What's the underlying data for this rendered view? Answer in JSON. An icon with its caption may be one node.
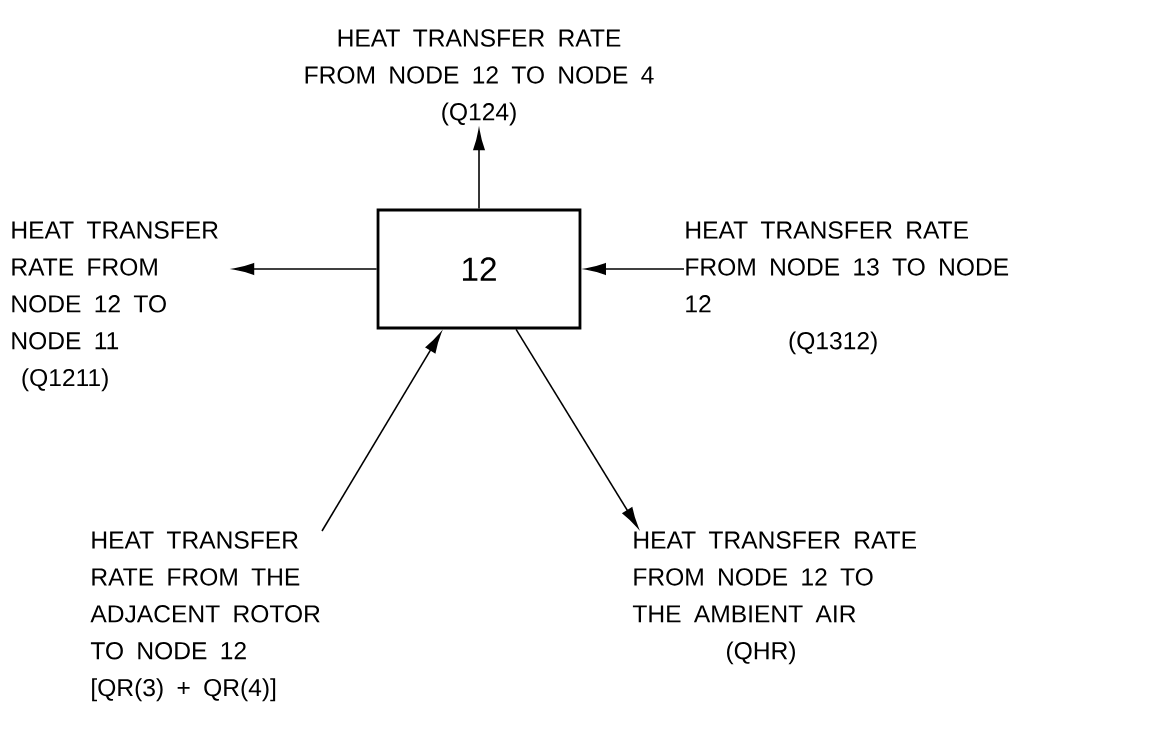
{
  "diagram": {
    "nodes": [
      {
        "text": [
          "12"
        ]
      },
      {
        "text": [
          "HEAT TRANSFER RATE FROM NODE 12 TO NODE 4",
          "(Q124)"
        ]
      },
      {
        "text": [
          "HEAT TRANSFER RATE FROM NODE 12 TO NODE 11",
          "(Q1211)"
        ]
      },
      {
        "text": [
          "HEAT TRANSFER RATE FROM NODE 13 TO NODE 12",
          "(Q1312)"
        ]
      },
      {
        "text": [
          "HEAT TRANSFER RATE FROM THE ADJACENT ROTOR TO NODE 12",
          "[QR(3) + QR(4)]"
        ]
      },
      {
        "text": [
          "HEAT TRANSFER RATE FROM NODE 12 TO THE AMBIENT AIR",
          "(QHR)"
        ]
      }
    ],
    "edges": [
      {
        "from": 0,
        "to": 1,
        "arrow": "to"
      },
      {
        "from": 0,
        "to": 2,
        "arrow": "to"
      },
      {
        "from": 3,
        "to": 0,
        "arrow": "to"
      },
      {
        "from": 4,
        "to": 0,
        "arrow": "to"
      },
      {
        "from": 0,
        "to": 5,
        "arrow": "to"
      }
    ]
  }
}
